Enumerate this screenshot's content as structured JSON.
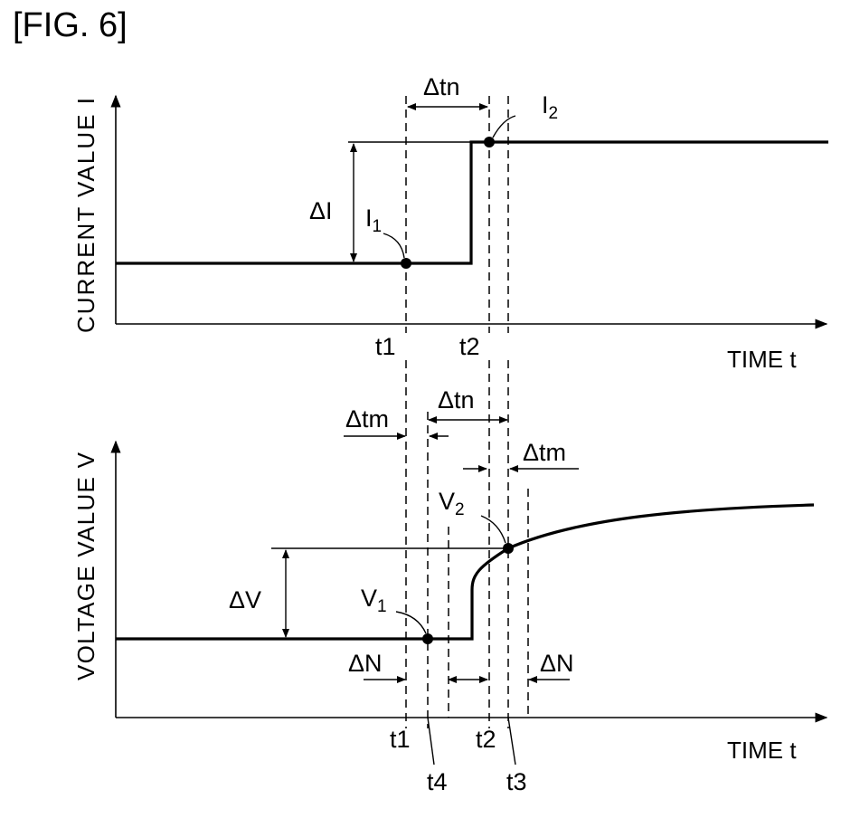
{
  "figure_label": "[FIG. 6]",
  "top_graph": {
    "y_axis_label": "CURRENT VALUE I",
    "x_axis_label": "TIME t",
    "delta_label": "ΔI",
    "point_1": {
      "base": "I",
      "sub": "1"
    },
    "point_2": {
      "base": "I",
      "sub": "2"
    },
    "interval_label": "Δtn",
    "ticks": [
      "t1",
      "t2"
    ]
  },
  "bottom_graph": {
    "y_axis_label": "VOLTAGE VALUE V",
    "x_axis_label": "TIME t",
    "delta_label": "ΔV",
    "point_1": {
      "base": "V",
      "sub": "1"
    },
    "point_2": {
      "base": "V",
      "sub": "2"
    },
    "interval_tn_label": "Δtn",
    "interval_tm_left_label": "Δtm",
    "interval_tm_right_label": "Δtm",
    "noise_left_label": "ΔN",
    "noise_right_label": "ΔN",
    "ticks": [
      "t1",
      "t2"
    ],
    "leader_ticks": [
      "t4",
      "t3"
    ]
  }
}
